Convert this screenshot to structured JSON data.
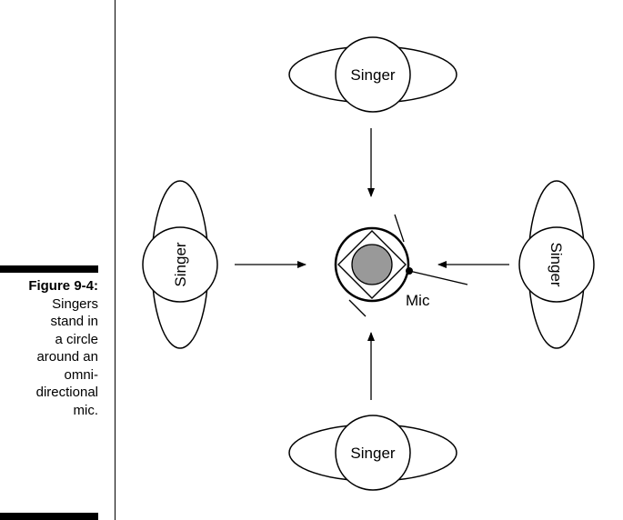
{
  "caption": {
    "figure_label": "Figure 9-4:",
    "text_lines": [
      "Singers",
      "stand in",
      "a circle",
      "around an",
      "omni-",
      "directional",
      "mic."
    ]
  },
  "diagram": {
    "singer_label": "Singer",
    "mic_label": "Mic"
  }
}
